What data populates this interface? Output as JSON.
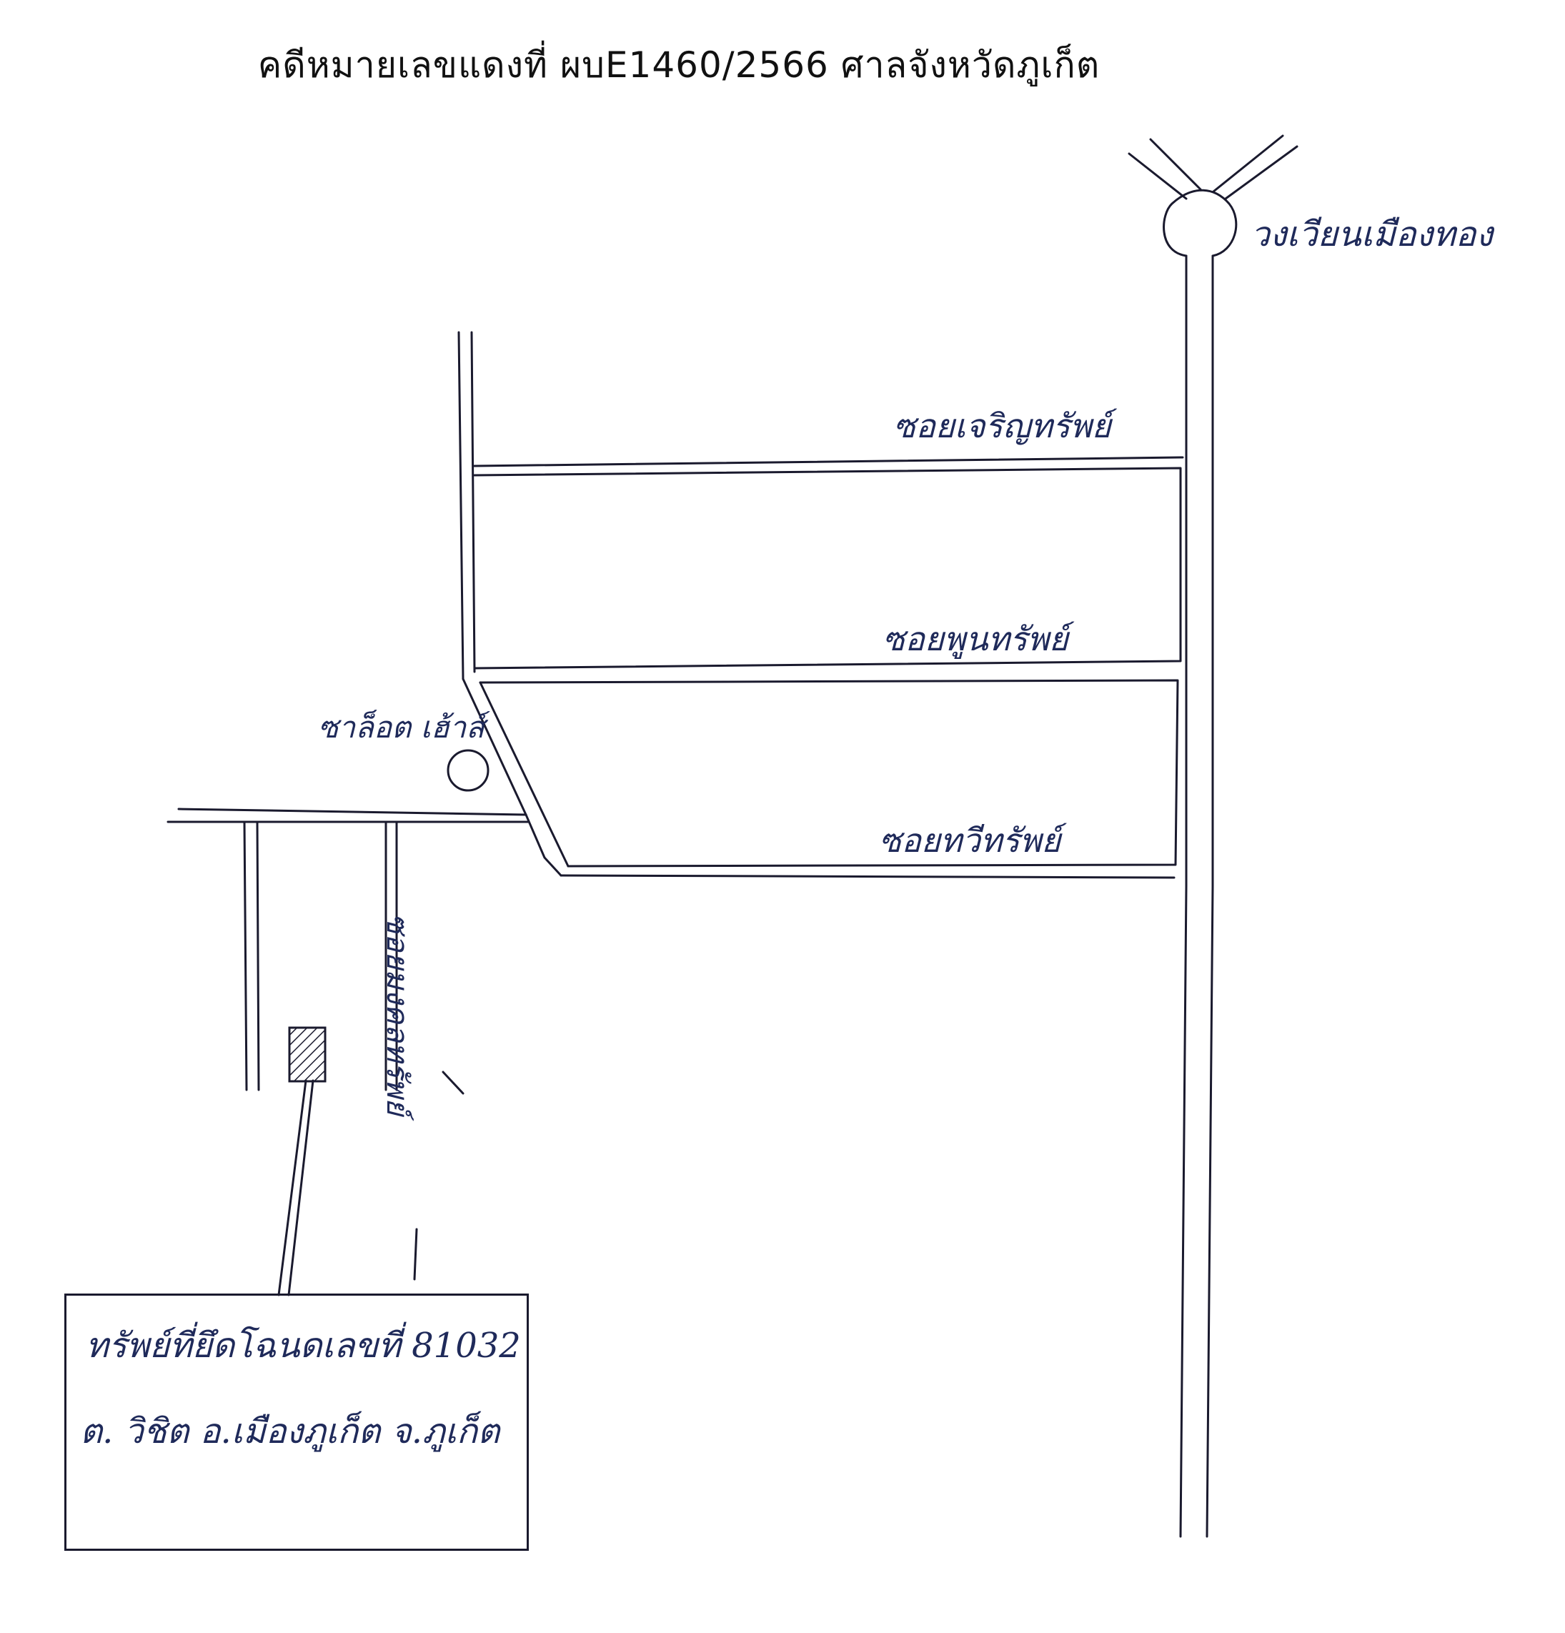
{
  "title": "คดีหมายเลขแดงที่ ผบE1460/2566 ศาลจังหวัดภูเก็ต",
  "labels": {
    "roundabout": "วงเวียนเมืองทอง",
    "soi_1": "ซอยเจริญทรัพย์",
    "soi_2": "ซอยพูนทรัพย์",
    "soi_3": "ซอยทวีทรัพย์",
    "market": "ซาล็อต เฮ้าส์",
    "side_soi": "ซอยมงคลทรัพย์"
  },
  "property_box": {
    "line_1": "ทรัพย์ที่ยึดโฉนดเลขที่ 81032",
    "line_2": "ต. วิชิต  อ.เมืองภูเก็ต จ.ภูเก็ต"
  },
  "colors": {
    "ink": "#1a1a2e",
    "handwriting": "#1f2a5a",
    "background": "#ffffff"
  }
}
